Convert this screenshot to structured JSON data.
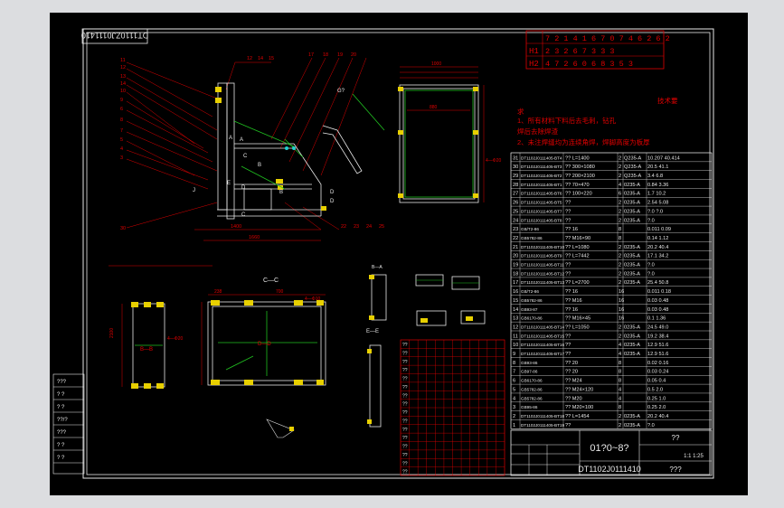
{
  "drawing": {
    "code_top": "DT1110ZJ0111410",
    "rev_table": {
      "row1": "7 2 1 4 1 6 7 0 7 4 6 2 6 2",
      "h1_label": "H1",
      "h1_values": "2 3 2 6 7 3 3 3",
      "h2_label": "H2",
      "h2_values": "4 7 2 6 0 6 8 3 5 3"
    },
    "notes": {
      "title": "技术要",
      "label": "求",
      "line1": "1、所有材料下料后去毛刺，钻孔",
      "line2": "焊后去除焊渣",
      "line3": "2、未注焊缝均为连续角焊，焊脚高度为板厚"
    },
    "section_labels": {
      "cc": "C—C",
      "bb": "B—B",
      "ee": "E—E",
      "ba": "B—A",
      "dd": "D—D"
    },
    "dims": {
      "d1400": "1400",
      "d1660": "1660",
      "d1000": "1000",
      "d2100": "2100",
      "d700": "700",
      "d238": "238",
      "d880": "880",
      "d4m20": "4—Φ20",
      "d4m10": "4—Φ10"
    },
    "title_block": {
      "name": "01?0~8?",
      "code": "DT1102J0111410",
      "q1": "??",
      "q2": "???",
      "ratio": "1:1 1:25"
    },
    "left_block": {
      "r1": "???",
      "r2": "? ?",
      "r3": "? ?",
      "r4": "??/?",
      "r5": "???",
      "r6": "? ?",
      "r7": "? ?"
    },
    "bom_rows": [
      {
        "no": "31",
        "code": "DT1102J0111405-BT4",
        "name": "?? L=1400",
        "qty": "2",
        "mat": "Q235-A",
        "wt": "10.207 40.414"
      },
      {
        "no": "30",
        "code": "DT1102J0111405-BT3",
        "name": "?? 300×1080",
        "qty": "2",
        "mat": "Q235-A",
        "wt": "20.5 41.1"
      },
      {
        "no": "29",
        "code": "DT1102J0111405-BT2",
        "name": "?? 200×2100",
        "qty": "2",
        "mat": "Q235-A",
        "wt": "3.4 6.8"
      },
      {
        "no": "28",
        "code": "DT1102J0111405-BT1",
        "name": "?? 70×470",
        "qty": "4",
        "mat": "0235-A",
        "wt": "0.84 3.36"
      },
      {
        "no": "27",
        "code": "DT1102J0111405-BT6",
        "name": "?? 100×220",
        "qty": "6",
        "mat": "0235-A",
        "wt": "1.7 10.2"
      },
      {
        "no": "26",
        "code": "DT1102J0111405-BT5",
        "name": "??",
        "qty": "2",
        "mat": "0235-A",
        "wt": "2.54 5.08"
      },
      {
        "no": "25",
        "code": "DT1102J0111405-BT7",
        "name": "??",
        "qty": "2",
        "mat": "0235-A",
        "wt": "?.0 ?.0"
      },
      {
        "no": "24",
        "code": "DT1102J0111405-BT8",
        "name": "??",
        "qty": "2",
        "mat": "0235-A",
        "wt": "?.0"
      },
      {
        "no": "23",
        "code": "GB/T2-86",
        "name": "?? 16",
        "qty": "8",
        "mat": "",
        "wt": "0.011 0.09"
      },
      {
        "no": "22",
        "code": "GB5782-86",
        "name": "?? M16×90",
        "qty": "8",
        "mat": "",
        "wt": "0.14 1.12"
      },
      {
        "no": "21",
        "code": "DT1102J0111405-BT10",
        "name": "?? L=1080",
        "qty": "2",
        "mat": "0235-A",
        "wt": "20.2 40.4"
      },
      {
        "no": "20",
        "code": "DT1102J0111405-BT9",
        "name": "?? L=7442",
        "qty": "2",
        "mat": "0235-A",
        "wt": "17.1 34.2"
      },
      {
        "no": "19",
        "code": "DT1102J0111405-BT11",
        "name": "??",
        "qty": "2",
        "mat": "0235-A",
        "wt": "?.0"
      },
      {
        "no": "18",
        "code": "DT1102J0111405-BT12",
        "name": "??",
        "qty": "2",
        "mat": "0235-A",
        "wt": "?.0"
      },
      {
        "no": "17",
        "code": "DT1102J0111405-BT13",
        "name": "?? L=2700",
        "qty": "2",
        "mat": "0235-A",
        "wt": "25.4 50.8"
      },
      {
        "no": "16",
        "code": "GB/T2-86",
        "name": "?? 16",
        "qty": "16",
        "mat": "",
        "wt": "0.011 0.18"
      },
      {
        "no": "15",
        "code": "GB5782-86",
        "name": "?? M16",
        "qty": "16",
        "mat": "",
        "wt": "0.03 0.48"
      },
      {
        "no": "14",
        "code": "GB93-87",
        "name": "?? 16",
        "qty": "16",
        "mat": "",
        "wt": "0.03 0.48"
      },
      {
        "no": "13",
        "code": "GB6170-86",
        "name": "?? M16×45",
        "qty": "16",
        "mat": "",
        "wt": "0.1 1.36"
      },
      {
        "no": "12",
        "code": "DT1102J0111405-BT14",
        "name": "?? L=1050",
        "qty": "2",
        "mat": "0235-A",
        "wt": "24.5 49.0"
      },
      {
        "no": "11",
        "code": "DT1102J0111405-BT15",
        "name": "??",
        "qty": "2",
        "mat": "0235-A",
        "wt": "19.2 38.4"
      },
      {
        "no": "10",
        "code": "DT1102J0111405-BT16",
        "name": "??",
        "qty": "4",
        "mat": "0235-A",
        "wt": "12.9 51.6"
      },
      {
        "no": "9",
        "code": "DT1102J0111405-BT17",
        "name": "??",
        "qty": "4",
        "mat": "0235-A",
        "wt": "12.9 51.6"
      },
      {
        "no": "8",
        "code": "GB93-86",
        "name": "?? 20",
        "qty": "8",
        "mat": "",
        "wt": "0.02 0.16"
      },
      {
        "no": "7",
        "code": "GB97-86",
        "name": "?? 20",
        "qty": "8",
        "mat": "",
        "wt": "0.03 0.24"
      },
      {
        "no": "6",
        "code": "GB6170-86",
        "name": "?? M24",
        "qty": "8",
        "mat": "",
        "wt": "0.05 0.4"
      },
      {
        "no": "5",
        "code": "GB5782-86",
        "name": "?? M24×120",
        "qty": "4",
        "mat": "",
        "wt": "0.5 2.0"
      },
      {
        "no": "4",
        "code": "GB5782-86",
        "name": "?? M20",
        "qty": "4",
        "mat": "",
        "wt": "0.25 1.0"
      },
      {
        "no": "3",
        "code": "GB95-86",
        "name": "?? M20×100",
        "qty": "8",
        "mat": "",
        "wt": "0.25 2.0"
      },
      {
        "no": "2",
        "code": "DT1102J0111405-BT18",
        "name": "?? L=1454",
        "qty": "2",
        "mat": "0235-A",
        "wt": "20.2 40.4"
      },
      {
        "no": "1",
        "code": "DT1102J0111405-BT19",
        "name": "??",
        "qty": "2",
        "mat": "0235-A",
        "wt": "?.0"
      }
    ]
  }
}
